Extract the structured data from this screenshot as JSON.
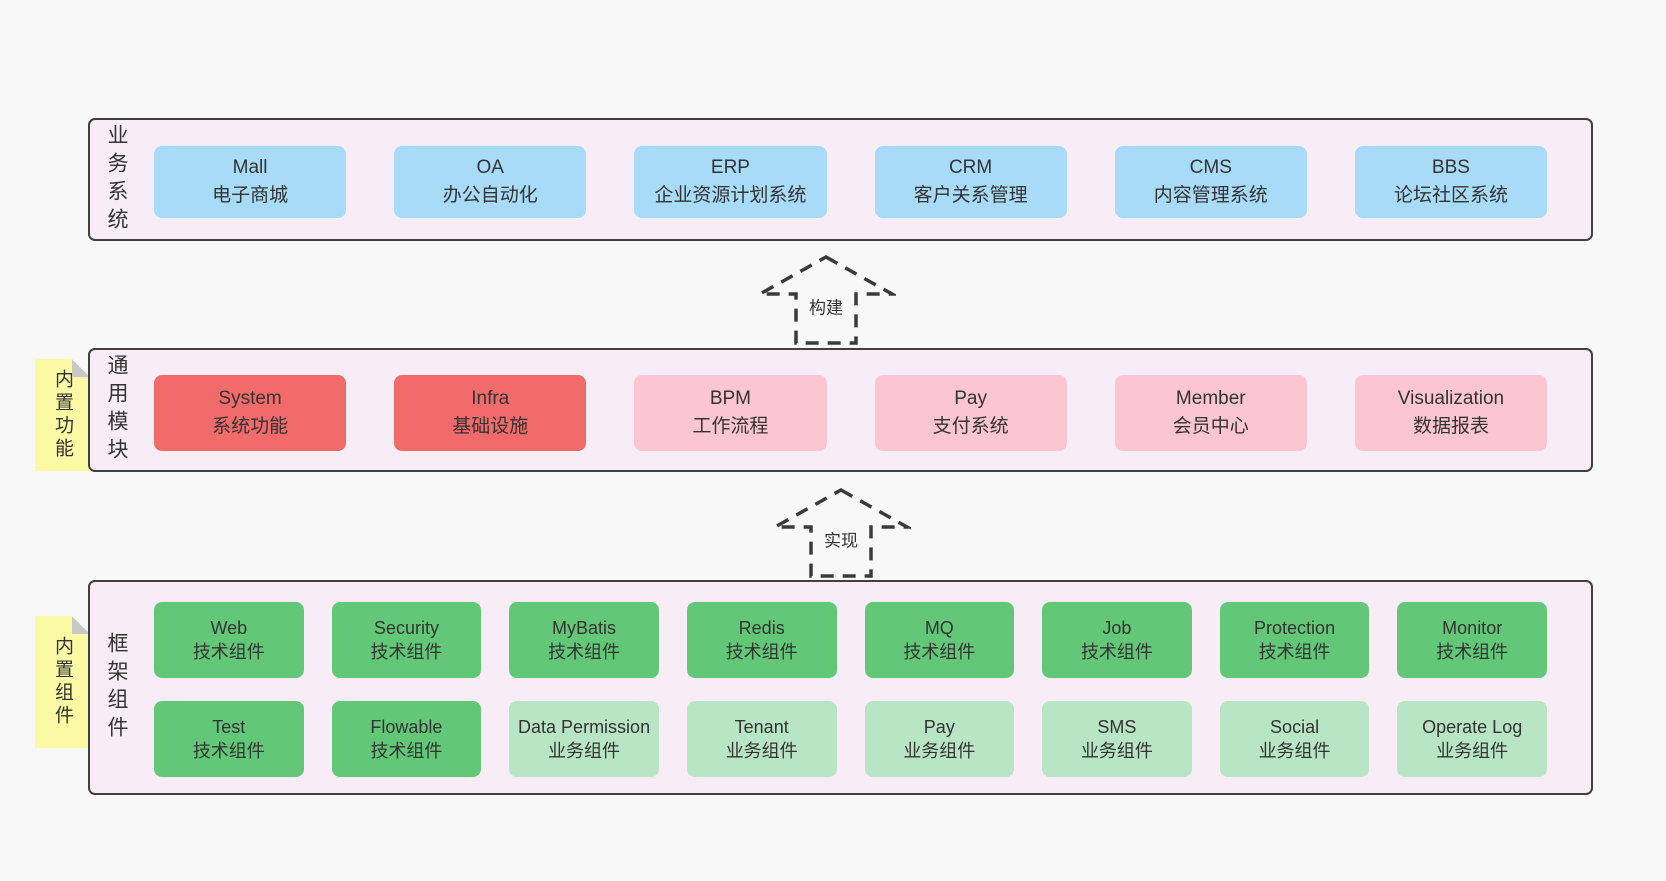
{
  "colors": {
    "pagebg": "#f8f8f8",
    "panelbg": "#f8edf6",
    "panelborder": "#404040",
    "blue": "#a8dbf7",
    "red": "#f16b6b",
    "pink": "#fbc6d2",
    "green": "#62c878",
    "lightgreen": "#b8e5c4",
    "yellow": "#fafaa4",
    "foldgray": "#c8c8c8",
    "text": "#333333",
    "arrow": "#3a3a3a"
  },
  "arrows": {
    "build": "构建",
    "implement": "实现"
  },
  "layer1": {
    "label": "业务系统",
    "boxes": [
      {
        "title": "Mall",
        "subtitle": "电子商城"
      },
      {
        "title": "OA",
        "subtitle": "办公自动化"
      },
      {
        "title": "ERP",
        "subtitle": "企业资源计划系统"
      },
      {
        "title": "CRM",
        "subtitle": "客户关系管理"
      },
      {
        "title": "CMS",
        "subtitle": "内容管理系统"
      },
      {
        "title": "BBS",
        "subtitle": "论坛社区系统"
      }
    ]
  },
  "layer2": {
    "label": "通用模块",
    "sticky": "内置功能",
    "boxes": [
      {
        "title": "System",
        "subtitle": "系统功能"
      },
      {
        "title": "Infra",
        "subtitle": "基础设施"
      },
      {
        "title": "BPM",
        "subtitle": "工作流程"
      },
      {
        "title": "Pay",
        "subtitle": "支付系统"
      },
      {
        "title": "Member",
        "subtitle": "会员中心"
      },
      {
        "title": "Visualization",
        "subtitle": "数据报表"
      }
    ]
  },
  "layer3": {
    "label": "框架组件",
    "sticky": "内置组件",
    "row1": [
      {
        "title": "Web",
        "subtitle": "技术组件"
      },
      {
        "title": "Security",
        "subtitle": "技术组件"
      },
      {
        "title": "MyBatis",
        "subtitle": "技术组件"
      },
      {
        "title": "Redis",
        "subtitle": "技术组件"
      },
      {
        "title": "MQ",
        "subtitle": "技术组件"
      },
      {
        "title": "Job",
        "subtitle": "技术组件"
      },
      {
        "title": "Protection",
        "subtitle": "技术组件"
      },
      {
        "title": "Monitor",
        "subtitle": "技术组件"
      }
    ],
    "row2": [
      {
        "title": "Test",
        "subtitle": "技术组件"
      },
      {
        "title": "Flowable",
        "subtitle": "技术组件"
      },
      {
        "title": "Data Permission",
        "subtitle": "业务组件"
      },
      {
        "title": "Tenant",
        "subtitle": "业务组件"
      },
      {
        "title": "Pay",
        "subtitle": "业务组件"
      },
      {
        "title": "SMS",
        "subtitle": "业务组件"
      },
      {
        "title": "Social",
        "subtitle": "业务组件"
      },
      {
        "title": "Operate Log",
        "subtitle": "业务组件"
      }
    ]
  }
}
